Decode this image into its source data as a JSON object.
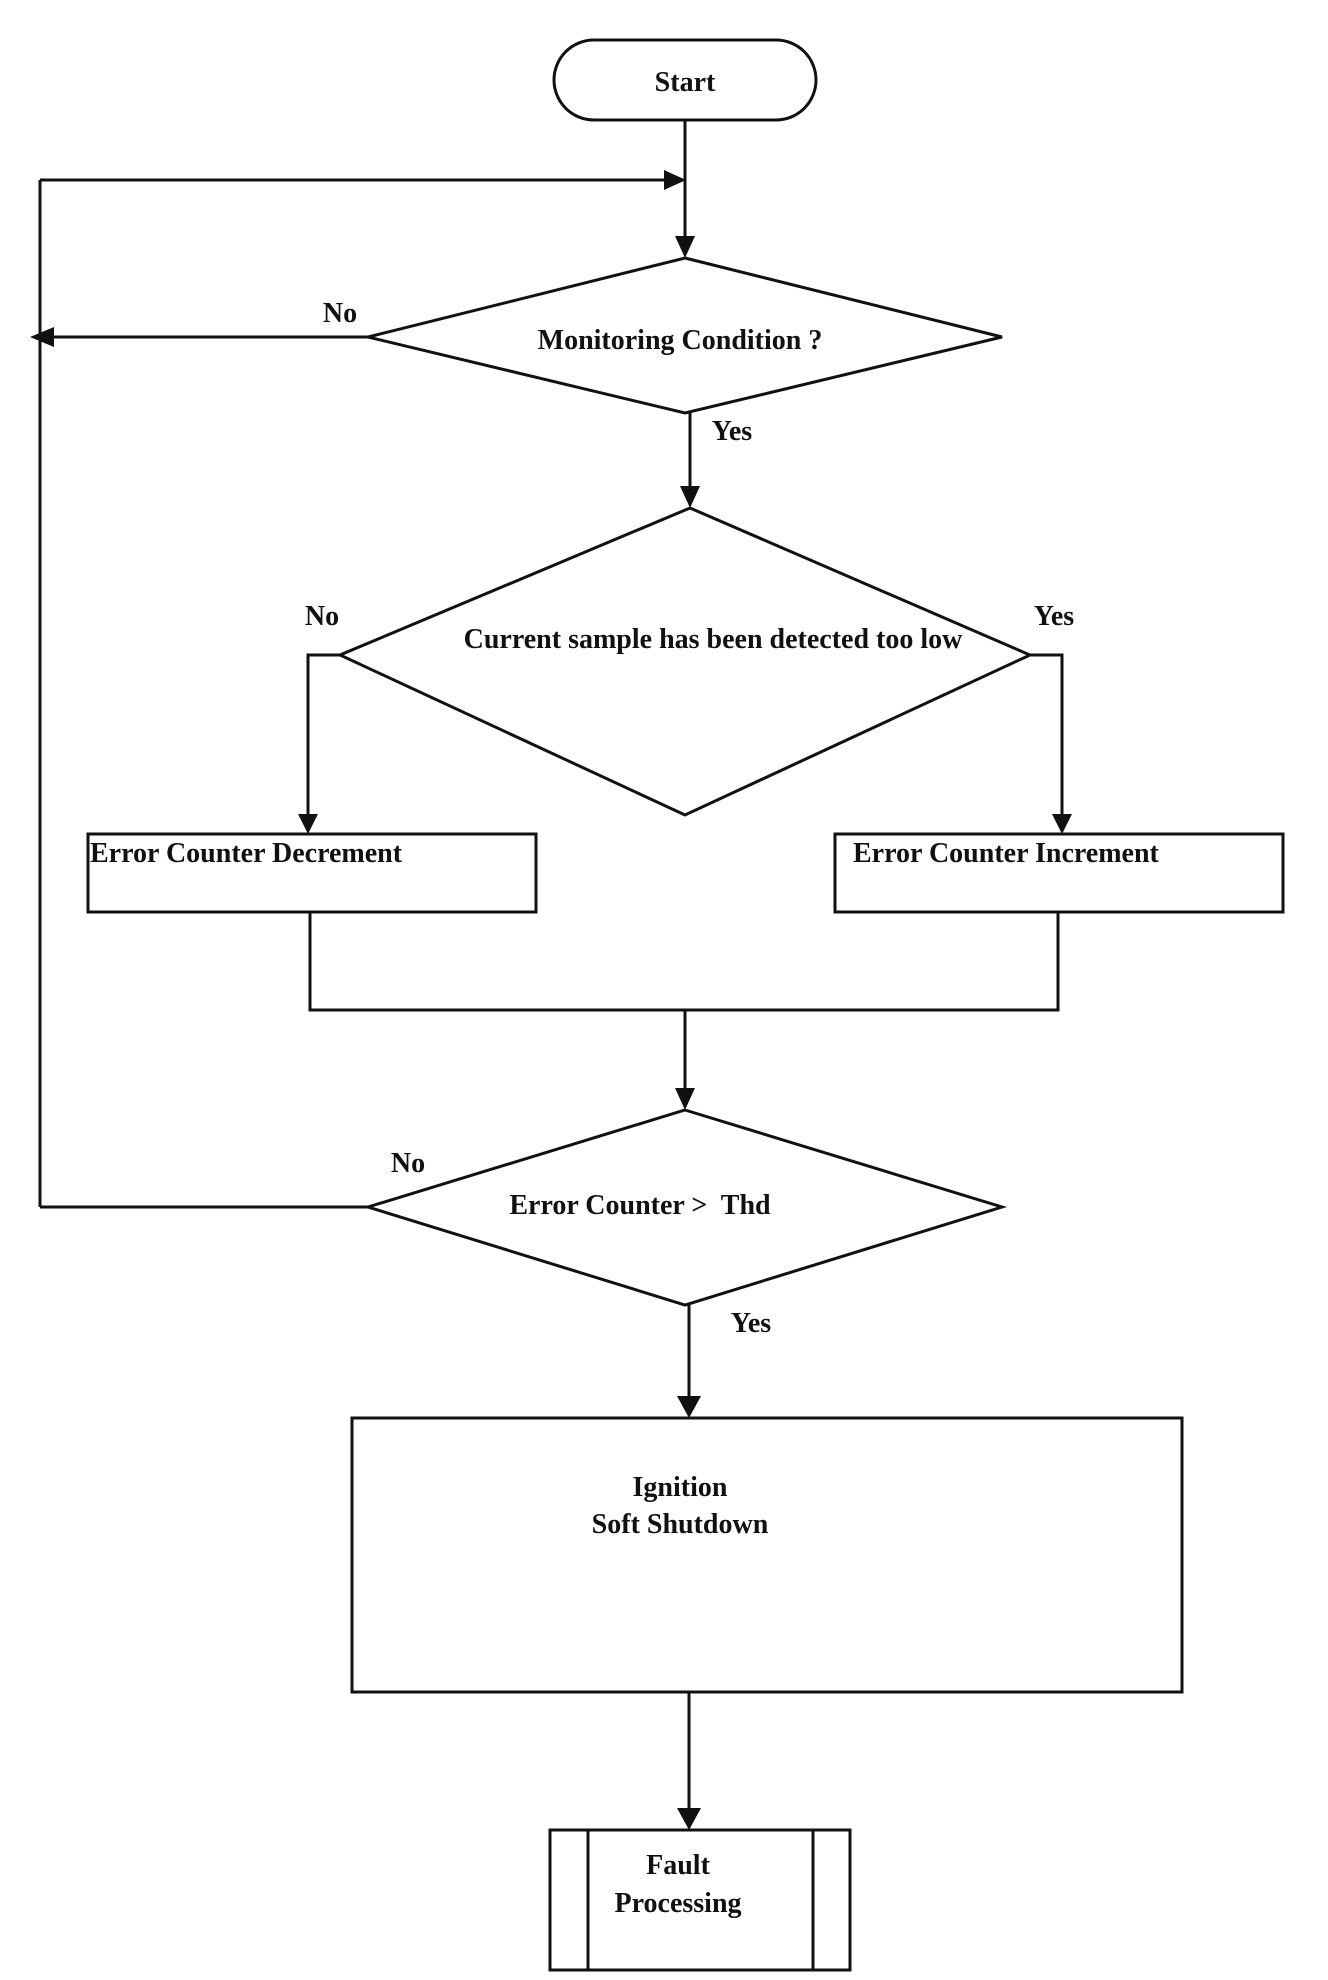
{
  "nodes": {
    "start": "Start",
    "monitoring_condition": "Monitoring Condition ?",
    "current_sample_check": "Current sample has been detected too low",
    "error_counter_decrement": "Error Counter Decrement",
    "error_counter_increment": "Error Counter Increment",
    "error_counter_threshold": "Error Counter >  Thd",
    "ignition_line1": "Ignition",
    "ignition_line2": "Soft Shutdown",
    "fault_line1": "Fault",
    "fault_line2": "Processing"
  },
  "edges": {
    "monitoring_no": "No",
    "monitoring_yes": "Yes",
    "sample_no": "No",
    "sample_yes": "Yes",
    "threshold_no": "No",
    "threshold_yes": "Yes"
  },
  "colors": {
    "stroke": "#111111",
    "background": "#ffffff"
  }
}
